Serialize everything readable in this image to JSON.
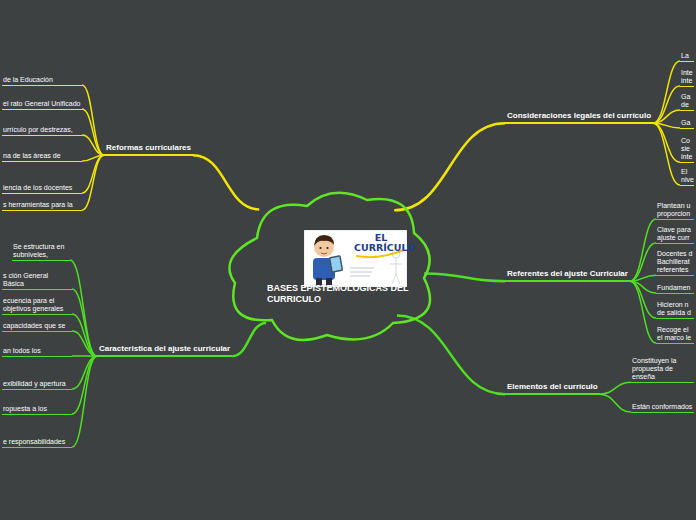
{
  "diagram": {
    "nodes": [
      {
        "text": [
          "BASES EPISTEMOLÓGICAS DEL CURRICULO"
        ]
      },
      {
        "text": [
          "Reformas curriculares"
        ]
      },
      {
        "text": [
          "de la Educación"
        ]
      },
      {
        "text": [
          "el rato General Unificado"
        ]
      },
      {
        "text": [
          "urrículo por destrezas,"
        ]
      },
      {
        "text": [
          "na de las áreas de"
        ]
      },
      {
        "text": [
          "iencia de los docentes"
        ]
      },
      {
        "text": [
          "s herramientas para la"
        ]
      },
      {
        "text": [
          "Consideraciones legales del currículo"
        ]
      },
      {
        "text": [
          "La"
        ]
      },
      {
        "text": [
          "Inte inte"
        ]
      },
      {
        "text": [
          "Ga de"
        ]
      },
      {
        "text": [
          "Ga"
        ]
      },
      {
        "text": [
          "Co sie inte"
        ]
      },
      {
        "text": [
          "El nive"
        ]
      },
      {
        "text": [
          "Referentes del ajuste Curricular"
        ]
      },
      {
        "text": [
          "Plantean u proporcion"
        ]
      },
      {
        "text": [
          "Clave para ajuste curr"
        ]
      },
      {
        "text": [
          "Docentes d Bachillerat referentes"
        ]
      },
      {
        "text": [
          "Fundamen"
        ]
      },
      {
        "text": [
          "Hicieron n de salida d"
        ]
      },
      {
        "text": [
          "Recoge el el marco le"
        ]
      },
      {
        "text": [
          "Elementos del currículo"
        ]
      },
      {
        "text": [
          "Constituyen la propuesta de enseña"
        ]
      },
      {
        "text": [
          "Están conformados"
        ]
      },
      {
        "text": [
          "Caracteristica del ajuste curricular"
        ]
      },
      {
        "text": [
          "Se estructura en subniveles,"
        ]
      },
      {
        "text": [
          "s ción General Básica"
        ]
      },
      {
        "text": [
          "ecuencia para el objetivos generales"
        ]
      },
      {
        "text": [
          "capacidades que se"
        ]
      },
      {
        "text": [
          "an todos los"
        ]
      },
      {
        "text": [
          "exibilidad y apertura"
        ]
      },
      {
        "text": [
          "ropuesta a los"
        ]
      },
      {
        "text": [
          "e responsabilidades"
        ]
      }
    ],
    "edges": [
      {
        "from": 0,
        "to": 1,
        "arrow": "none"
      },
      {
        "from": 0,
        "to": 8,
        "arrow": "none"
      },
      {
        "from": 0,
        "to": 15,
        "arrow": "none"
      },
      {
        "from": 0,
        "to": 22,
        "arrow": "none"
      },
      {
        "from": 0,
        "to": 25,
        "arrow": "none"
      },
      {
        "from": 1,
        "to": 2,
        "arrow": "none"
      },
      {
        "from": 1,
        "to": 3,
        "arrow": "none"
      },
      {
        "from": 1,
        "to": 4,
        "arrow": "none"
      },
      {
        "from": 1,
        "to": 5,
        "arrow": "none"
      },
      {
        "from": 1,
        "to": 6,
        "arrow": "none"
      },
      {
        "from": 1,
        "to": 7,
        "arrow": "none"
      },
      {
        "from": 8,
        "to": 9,
        "arrow": "none"
      },
      {
        "from": 8,
        "to": 10,
        "arrow": "none"
      },
      {
        "from": 8,
        "to": 11,
        "arrow": "none"
      },
      {
        "from": 8,
        "to": 12,
        "arrow": "none"
      },
      {
        "from": 8,
        "to": 13,
        "arrow": "none"
      },
      {
        "from": 8,
        "to": 14,
        "arrow": "none"
      },
      {
        "from": 15,
        "to": 16,
        "arrow": "none"
      },
      {
        "from": 15,
        "to": 17,
        "arrow": "none"
      },
      {
        "from": 15,
        "to": 18,
        "arrow": "none"
      },
      {
        "from": 15,
        "to": 19,
        "arrow": "none"
      },
      {
        "from": 15,
        "to": 20,
        "arrow": "none"
      },
      {
        "from": 15,
        "to": 21,
        "arrow": "none"
      },
      {
        "from": 22,
        "to": 23,
        "arrow": "none"
      },
      {
        "from": 22,
        "to": 24,
        "arrow": "none"
      },
      {
        "from": 25,
        "to": 26,
        "arrow": "none"
      },
      {
        "from": 25,
        "to": 27,
        "arrow": "none"
      },
      {
        "from": 25,
        "to": 28,
        "arrow": "none"
      },
      {
        "from": 25,
        "to": 29,
        "arrow": "none"
      },
      {
        "from": 25,
        "to": 30,
        "arrow": "none"
      },
      {
        "from": 25,
        "to": 31,
        "arrow": "none"
      },
      {
        "from": 25,
        "to": 32,
        "arrow": "none"
      },
      {
        "from": 25,
        "to": 33,
        "arrow": "none"
      }
    ],
    "labels": [
      "EL CURRÍCULO"
    ]
  }
}
